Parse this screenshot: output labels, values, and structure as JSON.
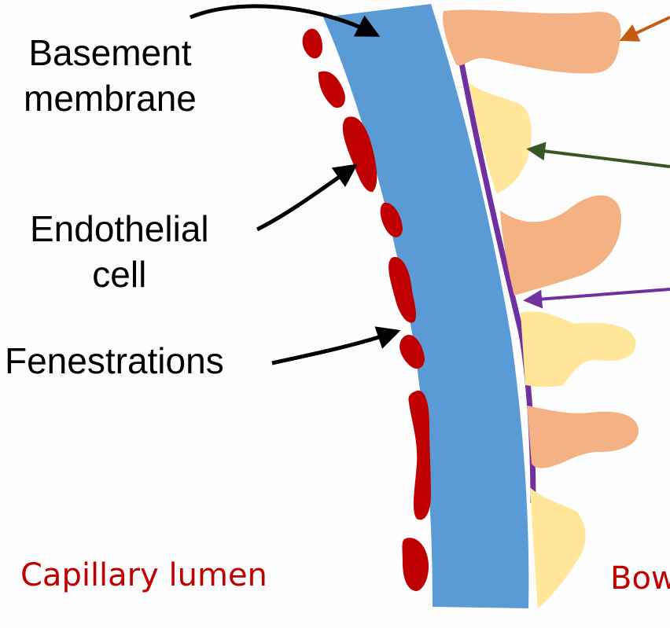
{
  "labels": {
    "basement_membrane": [
      "Basement",
      "membrane"
    ],
    "endothelial_cell": [
      "Endothelial",
      "cell"
    ],
    "fenestrations": "Fenestrations",
    "capillary_lumen": "Capillary lumen",
    "bowmans_space_partial": "Bow"
  },
  "colors": {
    "basement_membrane": "#5b9bd5",
    "endothelial_cell": "#c00000",
    "foot_process_orange": "#f4b183",
    "foot_process_yellow": "#ffe699",
    "slit_diaphragm": "#7030a0",
    "arrow_orange": "#c55a11",
    "arrow_green": "#375623",
    "arrow_purple": "#7030a0",
    "arrow_black": "#000000"
  }
}
